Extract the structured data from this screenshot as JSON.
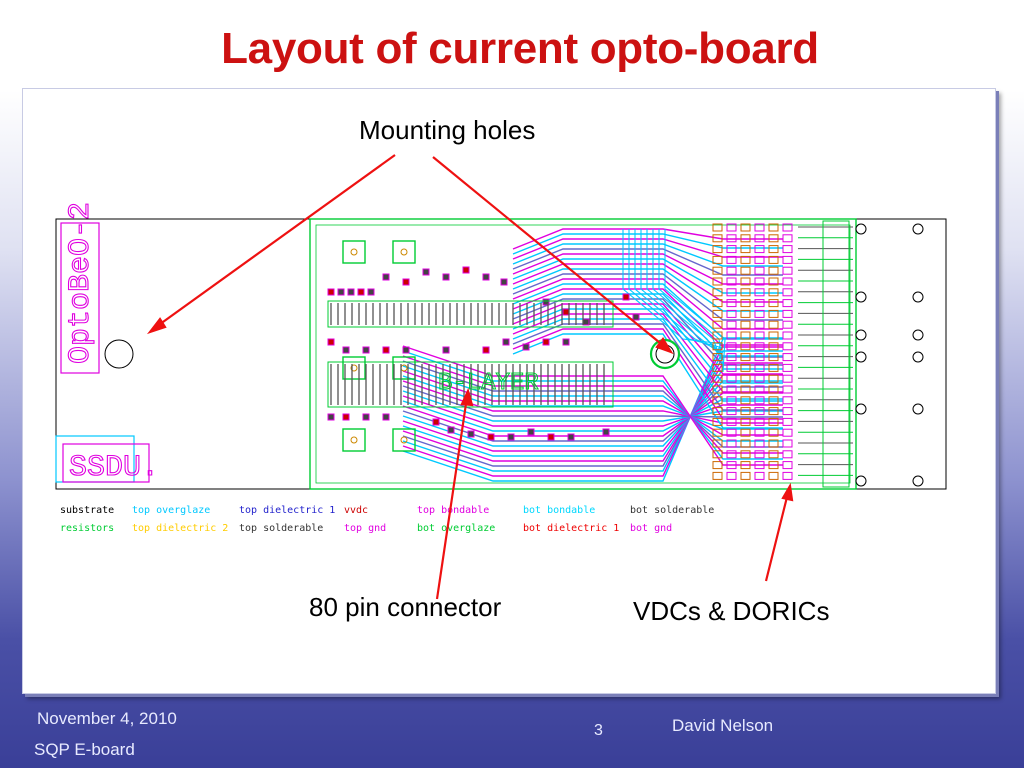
{
  "slide": {
    "title": "Layout of current opto-board",
    "callouts": {
      "mounting_holes": "Mounting holes",
      "connector": "80 pin connector",
      "vdcs": "VDCs & DORICs"
    },
    "board_labels": {
      "side_label": "OptoBeO-2",
      "box_label": "SSDU.",
      "center_label": "B-LAYER"
    },
    "legend": [
      [
        {
          "text": "substrate",
          "color": "#000000"
        },
        {
          "text": "top overglaze",
          "color": "#00c8ff"
        },
        {
          "text": "top dielectric 1",
          "color": "#2222cc"
        },
        {
          "text": "vvdc",
          "color": "#cc0000"
        },
        {
          "text": "top bondable",
          "color": "#e000e0"
        },
        {
          "text": "bot bondable",
          "color": "#00d8ff"
        },
        {
          "text": "bot solderable",
          "color": "#333333"
        }
      ],
      [
        {
          "text": "resistors",
          "color": "#00cc33"
        },
        {
          "text": "top dielectric 2",
          "color": "#ffcc00"
        },
        {
          "text": "top solderable",
          "color": "#333333"
        },
        {
          "text": "top gnd",
          "color": "#e000e0"
        },
        {
          "text": "bot overglaze",
          "color": "#00cc33"
        },
        {
          "text": "bot dielectric 1",
          "color": "#ee0000"
        },
        {
          "text": "bot gnd",
          "color": "#e000e0"
        }
      ]
    ],
    "footer": {
      "date": "November 4, 2010",
      "event": "SQP E-board",
      "page": "3",
      "author": "David Nelson"
    },
    "colors": {
      "title": "#cc1111",
      "arrow": "#ee1111",
      "background_bottom": "#3a3f98"
    }
  }
}
